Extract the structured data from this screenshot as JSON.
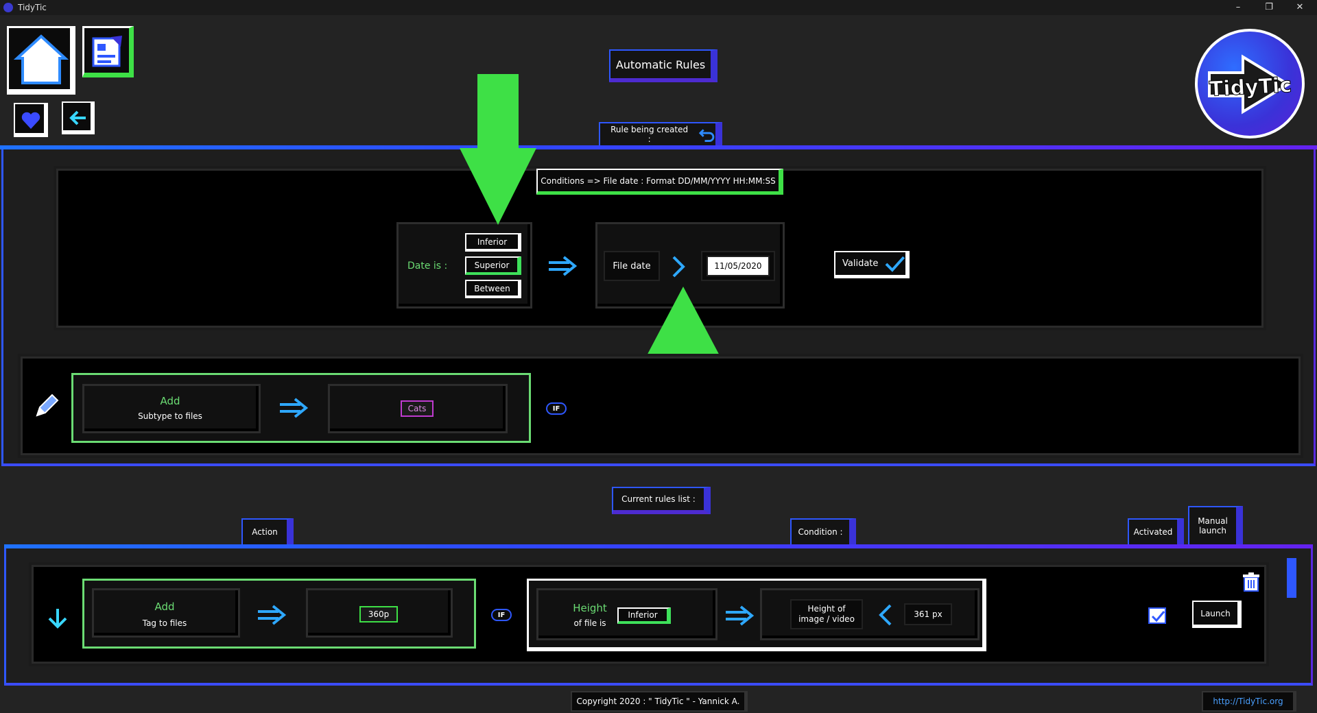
{
  "app": {
    "title": "TidyTic"
  },
  "window_controls": {
    "minimize": "–",
    "restore": "❐",
    "close": "✕"
  },
  "nav": {
    "home": "home-icon",
    "rules": "rules-icon",
    "favorites": "heart-icon",
    "back": "back-arrow-icon"
  },
  "logo": {
    "text": "TidyTic"
  },
  "header": {
    "title": "Automatic Rules",
    "rule_being_created": "Rule being created :"
  },
  "condition_editor": {
    "hint": "Conditions => File date : Format DD/MM/YYYY HH:MM:SS",
    "date_is_label": "Date is :",
    "options": [
      "Inferior",
      "Superior",
      "Between"
    ],
    "selected_option": "Superior",
    "file_date_label": "File date",
    "date_value": "11/05/2020",
    "validate_label": "Validate"
  },
  "action_editor": {
    "add_title": "Add",
    "add_sub": "Subtype to files",
    "value": "Cats",
    "if_label": "IF"
  },
  "rules_list": {
    "title": "Current rules list :",
    "columns": {
      "action": "Action",
      "condition": "Condition :",
      "activated": "Activated",
      "manual_launch": "Manual launch"
    },
    "rows": [
      {
        "action_title": "Add",
        "action_sub": "Tag to files",
        "action_value": "360p",
        "if_label": "IF",
        "cond_title": "Height",
        "cond_sub": "of file is",
        "cond_operator": "Inferior",
        "cond_field": "Height of image / video",
        "cond_value": "361 px",
        "activated": true,
        "launch_label": "Launch"
      }
    ]
  },
  "footer": {
    "copyright": "Copyright 2020 : \" TidyTic \" - Yannick A.",
    "website": "http://TidyTic.org"
  },
  "colors": {
    "accent_blue": "#2e57ff",
    "accent_purple": "#6422f0",
    "accent_green": "#3ee046",
    "accent_magenta": "#c03bd0"
  }
}
